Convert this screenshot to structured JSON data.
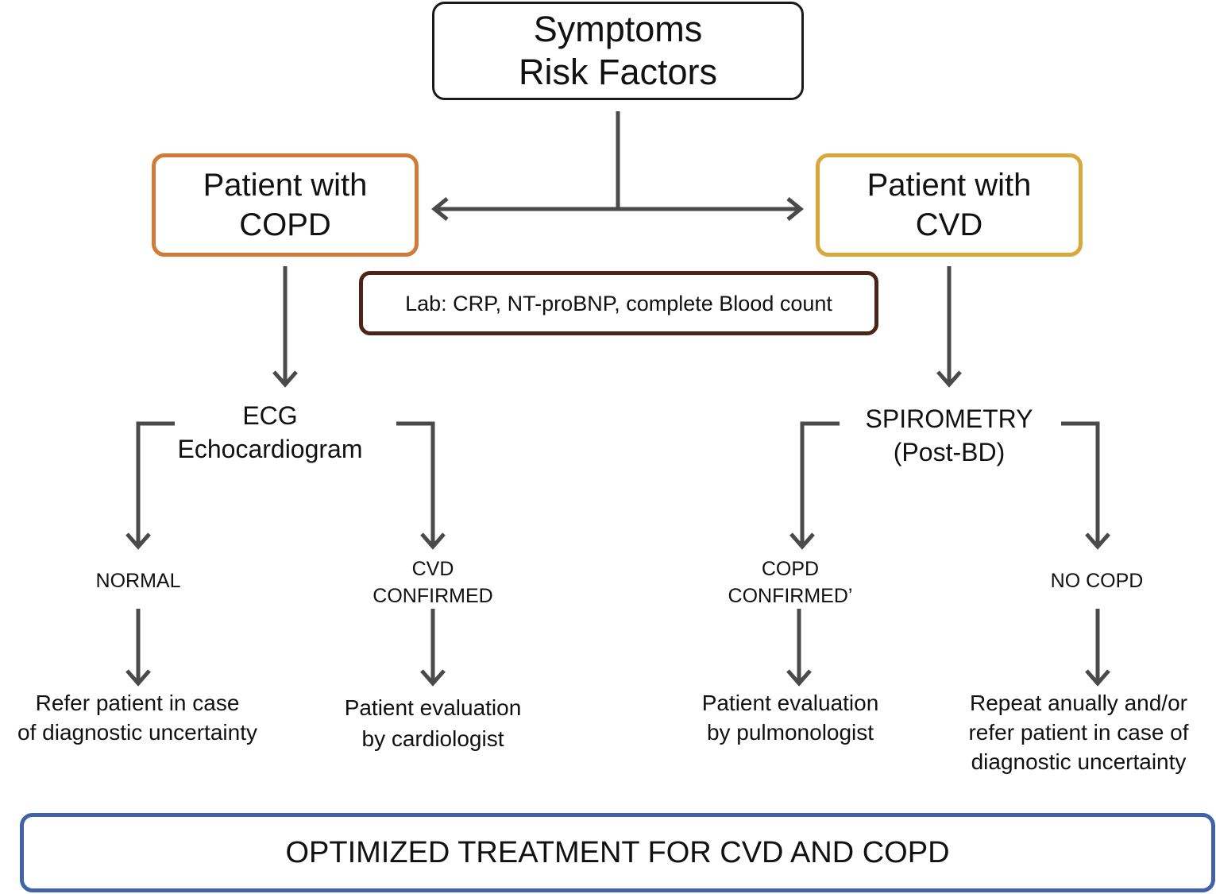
{
  "colors": {
    "connector": "#4a4a4a",
    "top_box_border": "#1a1a1a",
    "copd_box_border": "#d27a38",
    "cvd_box_border": "#d8a83a",
    "lab_box_border": "#4a2418",
    "treatment_box_border": "#3f62a8"
  },
  "top_box": {
    "line1": "Symptoms",
    "line2": "Risk Factors"
  },
  "copd_box": {
    "line1": "Patient with",
    "line2": "COPD"
  },
  "cvd_box": {
    "line1": "Patient with",
    "line2": "CVD"
  },
  "lab_box": {
    "text": "Lab: CRP, NT-proBNP, complete Blood count"
  },
  "left_branch": {
    "test": {
      "line1": "ECG",
      "line2": "Echocardiogram"
    },
    "outcome_left": {
      "text": "NORMAL"
    },
    "outcome_right": {
      "line1": "CVD",
      "line2": "CONFIRMED"
    },
    "action_left": {
      "line1": "Refer patient in case",
      "line2": "of diagnostic uncertainty"
    },
    "action_right": {
      "line1": "Patient evaluation",
      "line2": "by cardiologist"
    }
  },
  "right_branch": {
    "test": {
      "line1": "SPIROMETRY",
      "line2": "(Post-BD)"
    },
    "outcome_left": {
      "line1": "COPD",
      "line2": "CONFIRMED’"
    },
    "outcome_right": {
      "text": "NO COPD"
    },
    "action_left": {
      "line1": "Patient evaluation",
      "line2": "by pulmonologist"
    },
    "action_right": {
      "line1": "Repeat anually and/or",
      "line2": "refer patient in case of",
      "line3": "diagnostic uncertainty"
    }
  },
  "treatment_box": {
    "text": "OPTIMIZED TREATMENT FOR CVD AND COPD"
  }
}
